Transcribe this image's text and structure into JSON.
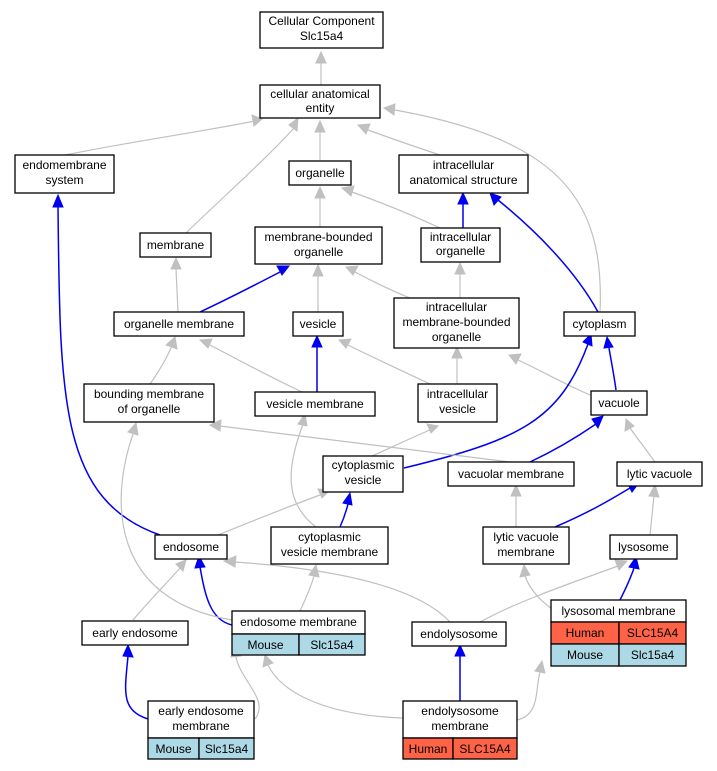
{
  "colors": {
    "mouse": "#add8e6",
    "human": "#ff6347",
    "gray_edge": "#c0c0c0",
    "blue_edge": "#0000ee"
  },
  "nodes": {
    "root": {
      "line1": "Cellular Component",
      "line2": "Slc15a4"
    },
    "cellular_anatomical_entity": {
      "line1": "cellular anatomical",
      "line2": "entity"
    },
    "endomembrane_system": {
      "line1": "endomembrane",
      "line2": "system"
    },
    "organelle": {
      "label": "organelle"
    },
    "intracellular_anatomical_structure": {
      "line1": "intracellular",
      "line2": "anatomical structure"
    },
    "membrane": {
      "label": "membrane"
    },
    "membrane_bounded_organelle": {
      "line1": "membrane-bounded",
      "line2": "organelle"
    },
    "intracellular_organelle": {
      "line1": "intracellular",
      "line2": "organelle"
    },
    "organelle_membrane": {
      "label": "organelle membrane"
    },
    "vesicle": {
      "label": "vesicle"
    },
    "intracellular_mb_organelle": {
      "line1": "intracellular",
      "line2": "membrane-bounded",
      "line3": "organelle"
    },
    "cytoplasm": {
      "label": "cytoplasm"
    },
    "bounding_membrane": {
      "line1": "bounding membrane",
      "line2": "of organelle"
    },
    "vesicle_membrane": {
      "label": "vesicle membrane"
    },
    "intracellular_vesicle": {
      "line1": "intracellular",
      "line2": "vesicle"
    },
    "vacuole": {
      "label": "vacuole"
    },
    "cytoplasmic_vesicle": {
      "line1": "cytoplasmic",
      "line2": "vesicle"
    },
    "vacuolar_membrane": {
      "label": "vacuolar membrane"
    },
    "lytic_vacuole": {
      "label": "lytic vacuole"
    },
    "endosome": {
      "label": "endosome"
    },
    "cytoplasmic_vesicle_membrane": {
      "line1": "cytoplasmic",
      "line2": "vesicle membrane"
    },
    "lytic_vacuole_membrane": {
      "line1": "lytic vacuole",
      "line2": "membrane"
    },
    "lysosome": {
      "label": "lysosome"
    },
    "early_endosome": {
      "label": "early endosome"
    },
    "endosome_membrane": {
      "label": "endosome membrane",
      "species": "Mouse",
      "gene": "Slc15a4"
    },
    "endolysosome": {
      "label": "endolysosome"
    },
    "lysosomal_membrane": {
      "label": "lysosomal membrane",
      "species1": "Human",
      "gene1": "SLC15A4",
      "species2": "Mouse",
      "gene2": "Slc15a4"
    },
    "early_endosome_membrane": {
      "line1": "early endosome",
      "line2": "membrane",
      "species": "Mouse",
      "gene": "Slc15a4"
    },
    "endolysosome_membrane": {
      "line1": "endolysosome",
      "line2": "membrane",
      "species": "Human",
      "gene": "SLC15A4"
    }
  }
}
